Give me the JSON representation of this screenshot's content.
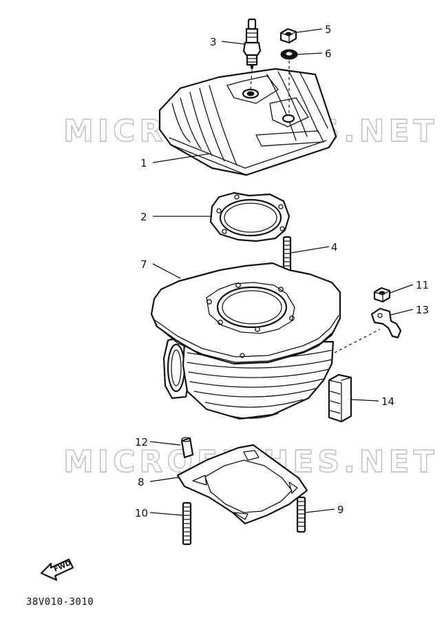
{
  "watermark": "MICROFICHES.NET",
  "figure_code": "38V010-3010",
  "fwd_label": "FWD",
  "callouts": [
    {
      "id": "1",
      "part": "cylinder-head"
    },
    {
      "id": "2",
      "part": "head-gasket"
    },
    {
      "id": "3",
      "part": "spark-plug"
    },
    {
      "id": "4",
      "part": "stud-bolt"
    },
    {
      "id": "5",
      "part": "nut"
    },
    {
      "id": "6",
      "part": "washer"
    },
    {
      "id": "7",
      "part": "cylinder"
    },
    {
      "id": "8",
      "part": "base-gasket"
    },
    {
      "id": "9",
      "part": "stud-bolt"
    },
    {
      "id": "10",
      "part": "stud-bolt"
    },
    {
      "id": "11",
      "part": "nut"
    },
    {
      "id": "12",
      "part": "dowel-pin"
    },
    {
      "id": "13",
      "part": "bracket"
    },
    {
      "id": "14",
      "part": "damper"
    }
  ],
  "colors": {
    "line": "#111111",
    "watermark": "#bdbdbd",
    "background": "#ffffff"
  }
}
